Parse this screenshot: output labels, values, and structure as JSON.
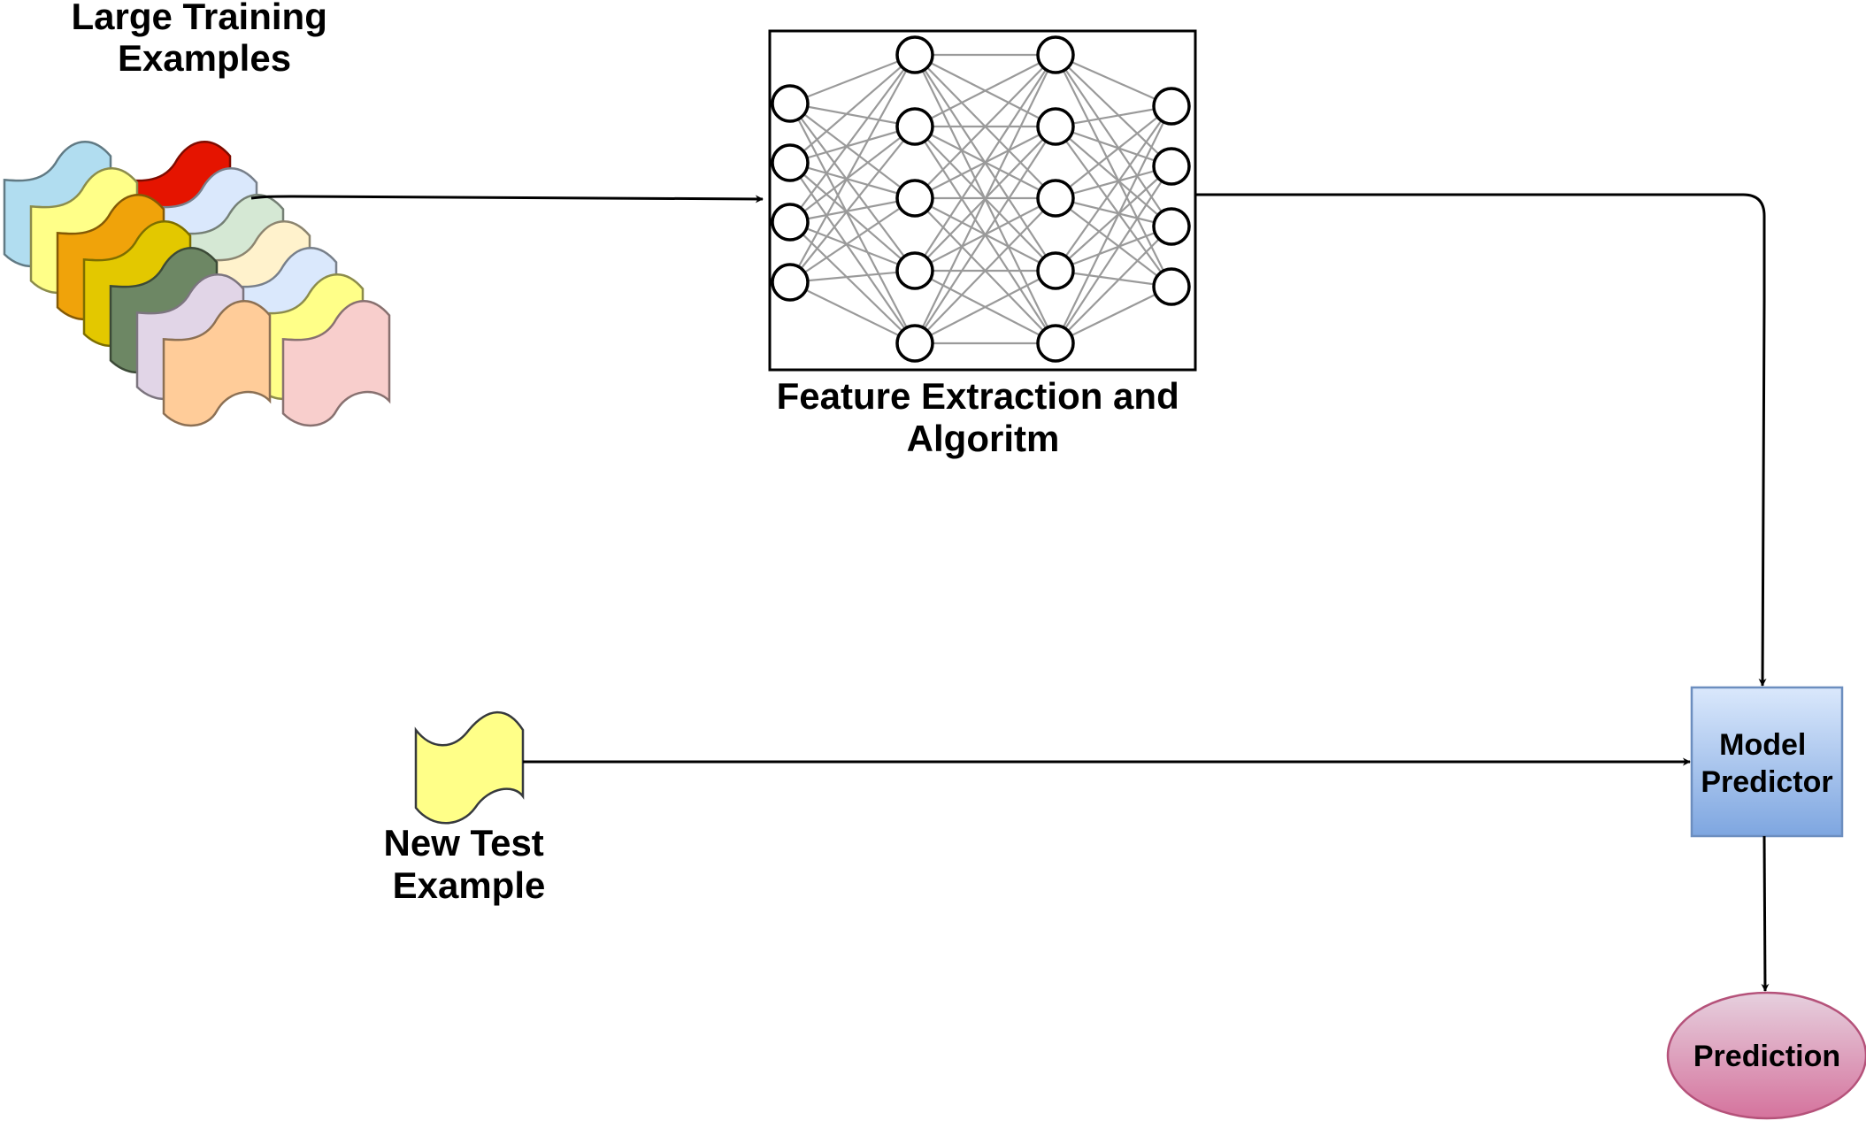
{
  "diagram": {
    "training_label": {
      "line1": "Large Training",
      "line2": "Examples"
    },
    "feature_label": {
      "line1": "Feature Extraction and",
      "line2": "Algoritm"
    },
    "test_label": {
      "line1": "New Test",
      "line2": "Example"
    },
    "model_predictor": {
      "line1": "Model",
      "line2": "Predictor"
    },
    "prediction": "Prediction",
    "network_layer_sizes": [
      4,
      5,
      5,
      4
    ],
    "training_sample_colors": [
      "#b1ddf0",
      "#e51400",
      "#ffff88",
      "#dae8fc",
      "#f0a30a",
      "#d5e8d4",
      "#e3c800",
      "#fff2cc",
      "#6d8764",
      "#dae8fc",
      "#e1d5e7",
      "#ffff88",
      "#ffcc99",
      "#f8cecc"
    ],
    "test_sample_color": "#ffff88",
    "model_predictor_color": "#7ea6e0",
    "prediction_color": "#d5739d"
  }
}
